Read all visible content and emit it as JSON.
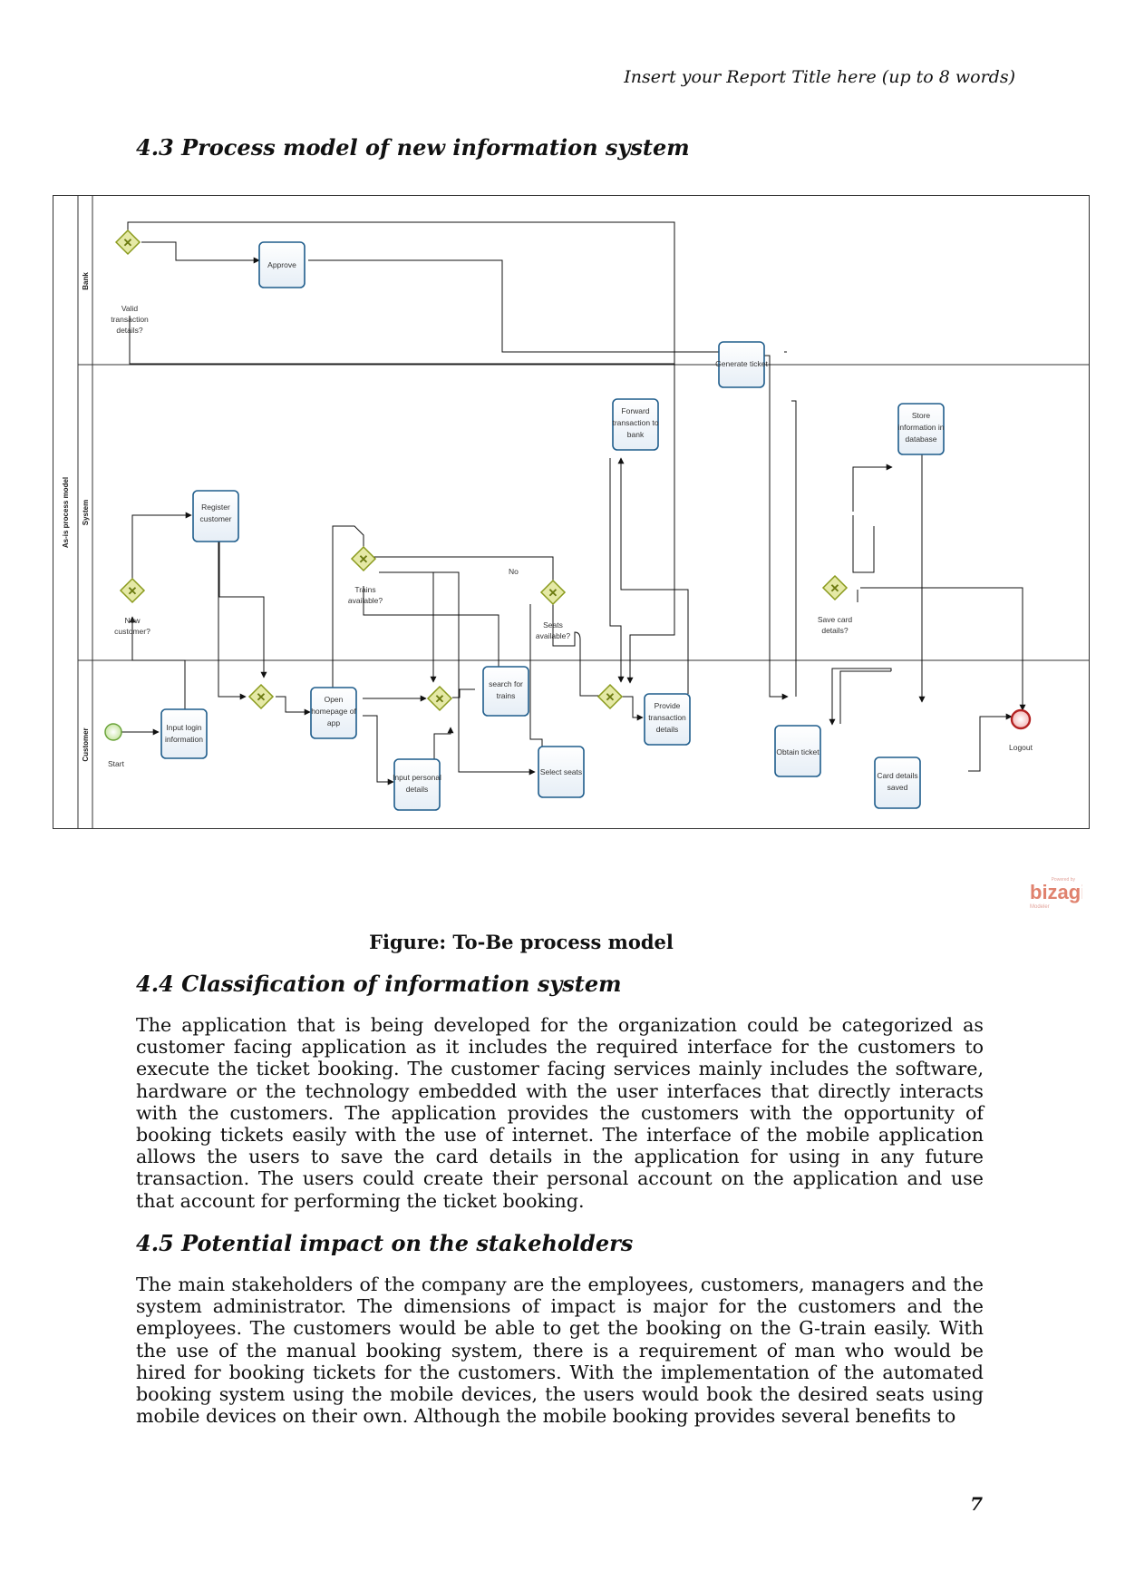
{
  "header": {
    "title": "Insert your Report Title here (up to 8 words)"
  },
  "sections": {
    "s43": "4.3 Process model of new information system",
    "s44": "4.4 Classification of information system",
    "s45": "4.5 Potential impact on the stakeholders"
  },
  "figure": {
    "caption": "Figure: To-Be process model"
  },
  "diagram": {
    "pool": "As-is process model",
    "lanes": {
      "bank": "Bank",
      "system": "System",
      "customer": "Customer"
    },
    "tasks": {
      "approve": [
        "Approve"
      ],
      "generate_ticket": [
        "Generate ticket"
      ],
      "forward": [
        "Forward",
        "transaction to",
        "bank"
      ],
      "store": [
        "Store",
        "information in",
        "database"
      ],
      "register": [
        "Register",
        "customer"
      ],
      "input_login": [
        "Input login",
        "information"
      ],
      "open_homepage": [
        "Open",
        "homepage of",
        "app"
      ],
      "input_personal": [
        "Input personal",
        "details"
      ],
      "search_trains": [
        "search for",
        "trains"
      ],
      "select_seats": [
        "Select seats"
      ],
      "provide_txn": [
        "Provide",
        "transaction",
        "details"
      ],
      "obtain_ticket": [
        "Obtain ticket"
      ],
      "card_saved": [
        "Card details",
        "saved"
      ]
    },
    "gateways": {
      "valid": [
        "Valid",
        "transaction",
        "details?"
      ],
      "new_customer": [
        "New",
        "customer?"
      ],
      "trains": [
        "Trains",
        "available?"
      ],
      "seats": [
        "Seats",
        "available?"
      ],
      "save_card": [
        "Save card",
        "details?"
      ]
    },
    "events": {
      "start": "Start",
      "logout": "Logout"
    },
    "flow_label_no": "No",
    "watermark": {
      "line1": "Powered by",
      "brand": "bizagi",
      "line2": "Modeler"
    }
  },
  "paragraphs": {
    "p1": "The application that is being developed for the organization could be categorized as customer facing application as it includes the required interface for the customers to execute the ticket booking. The customer facing services mainly includes the software, hardware or the technology embedded with the user interfaces that directly interacts with the customers. The application provides the customers with the opportunity of booking tickets easily with the use of internet. The interface of the mobile application allows the users to save the card details in the application for using in any future transaction. The users could create their personal account on the application and use that account for performing the ticket booking.",
    "p2": "The main stakeholders of the company are the employees, customers, managers and the system administrator. The dimensions of impact is major for the customers and the employees. The customers would be able to get the booking on the G-train easily. With the use of the manual booking system, there is a requirement of man who would be hired for booking tickets for the customers. With the implementation of the automated booking system using the mobile devices, the users would book the desired seats using mobile devices on their own. Although the mobile booking provides several benefits to"
  },
  "page_number": "7"
}
